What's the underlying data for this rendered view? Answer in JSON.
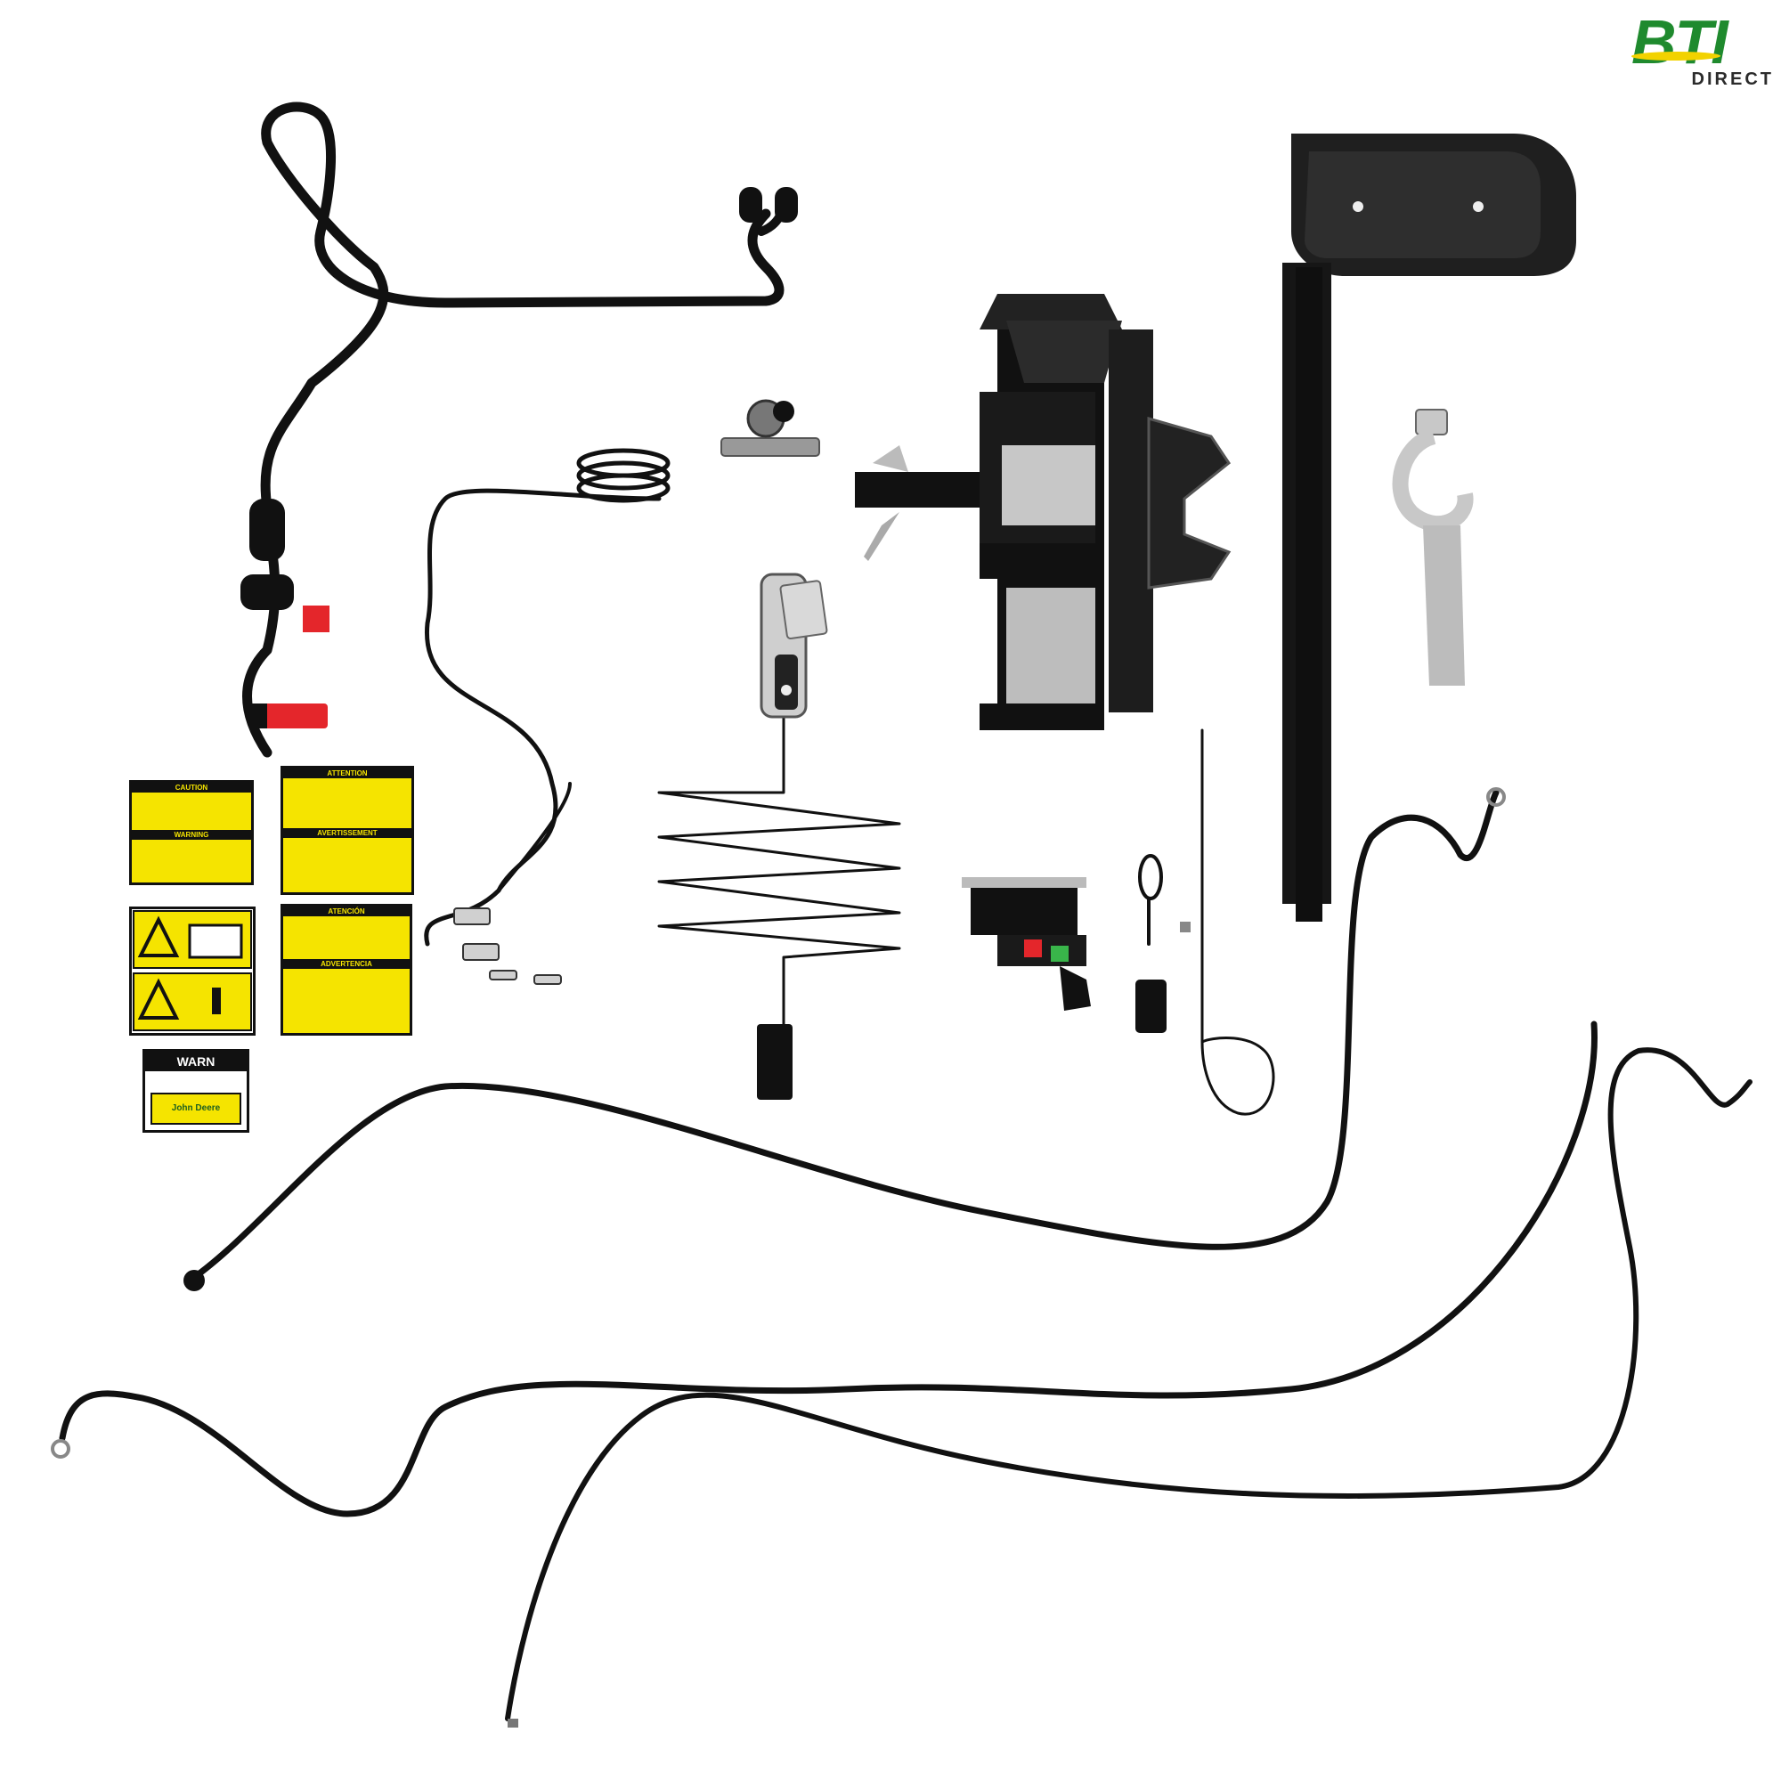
{
  "logo": {
    "brand": "BTI",
    "sub": "DIRECT",
    "colors": {
      "green": "#1f8a2e",
      "yellow": "#f2d200",
      "dark": "#2b2b2b"
    }
  },
  "decals": {
    "caution_en": "CAUTION",
    "warning_en": "WARNING",
    "attention_fr": "ATTENTION",
    "avertissement_fr": "AVERTISSEMENT",
    "atencion_es": "ATENCIÓN",
    "advertencia_es": "ADVERTENCIA",
    "warn_brand": "WARN",
    "john_deere": "John Deere"
  },
  "parts": {
    "accent_red": "#e4262b",
    "metal": "#bdbdbd",
    "cable": "#111111"
  }
}
